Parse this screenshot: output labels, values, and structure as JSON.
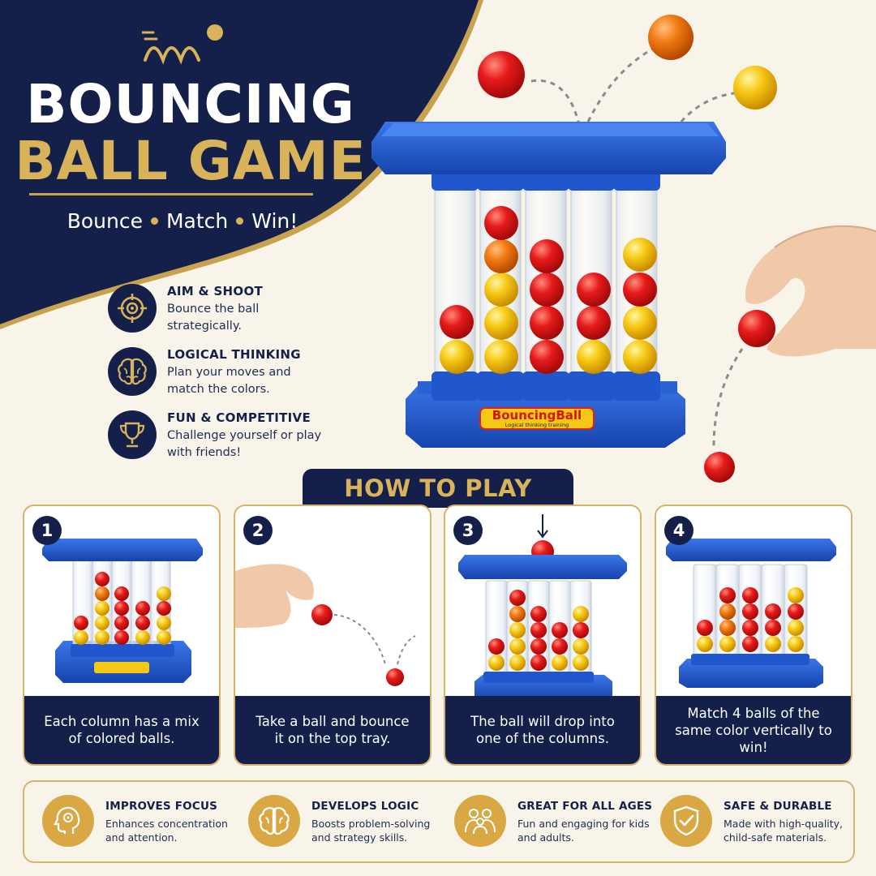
{
  "hero": {
    "title_line1": "BOUNCING",
    "title_line2": "BALL GAME",
    "tagline": [
      "Bounce",
      "Match",
      "Win!"
    ]
  },
  "features": [
    {
      "icon": "target-icon",
      "title": "AIM & SHOOT",
      "desc": "Bounce the ball strategically."
    },
    {
      "icon": "brain-icon",
      "title": "LOGICAL THINKING",
      "desc": "Plan your moves and match the colors."
    },
    {
      "icon": "trophy-icon",
      "title": "FUN & COMPETITIVE",
      "desc": "Challenge yourself or play with friends!"
    }
  ],
  "product": {
    "brand_logo": "BouncingBall",
    "brand_sub": "Logical thinking training"
  },
  "how_to_play": {
    "heading": "HOW TO PLAY",
    "steps": [
      {
        "num": "1",
        "caption": "Each column has a mix of colored balls."
      },
      {
        "num": "2",
        "caption": "Take a ball and bounce it on the top tray."
      },
      {
        "num": "3",
        "caption": "The ball will drop into one of the columns."
      },
      {
        "num": "4",
        "caption": "Match 4 balls of the same color vertically to win!"
      }
    ]
  },
  "benefits": [
    {
      "icon": "focus-head-icon",
      "title": "IMPROVES FOCUS",
      "desc": "Enhances concentration and attention."
    },
    {
      "icon": "brain-icon",
      "title": "DEVELOPS LOGIC",
      "desc": "Boosts problem-solving and strategy skills."
    },
    {
      "icon": "family-icon",
      "title": "GREAT FOR ALL AGES",
      "desc": "Fun and engaging for kids and adults."
    },
    {
      "icon": "shield-check-icon",
      "title": "SAFE & DURABLE",
      "desc": "Made with high-quality, child-safe materials."
    }
  ],
  "colors": {
    "navy": "#14204a",
    "gold": "#d9b35a",
    "game_blue": "#1f55c9",
    "ball_red": "#e01818",
    "ball_yellow": "#f5c816",
    "ball_orange": "#f07a10"
  }
}
